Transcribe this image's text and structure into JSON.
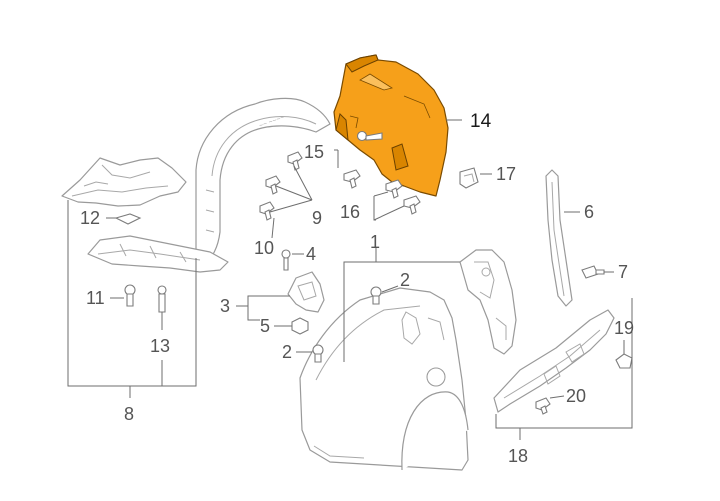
{
  "diagram": {
    "highlight_color": "#f6a01a",
    "line_color": "#9a9a9a",
    "callouts": [
      {
        "id": "c1",
        "text": "1"
      },
      {
        "id": "c2a",
        "text": "2"
      },
      {
        "id": "c2b",
        "text": "2"
      },
      {
        "id": "c3",
        "text": "3"
      },
      {
        "id": "c4",
        "text": "4"
      },
      {
        "id": "c5",
        "text": "5"
      },
      {
        "id": "c6",
        "text": "6"
      },
      {
        "id": "c7",
        "text": "7"
      },
      {
        "id": "c8",
        "text": "8"
      },
      {
        "id": "c9",
        "text": "9"
      },
      {
        "id": "c10",
        "text": "10"
      },
      {
        "id": "c11",
        "text": "11"
      },
      {
        "id": "c12",
        "text": "12"
      },
      {
        "id": "c13",
        "text": "13"
      },
      {
        "id": "c14",
        "text": "14"
      },
      {
        "id": "c15",
        "text": "15"
      },
      {
        "id": "c16",
        "text": "16"
      },
      {
        "id": "c17",
        "text": "17"
      },
      {
        "id": "c18",
        "text": "18"
      },
      {
        "id": "c19",
        "text": "19"
      },
      {
        "id": "c20",
        "text": "20"
      }
    ]
  }
}
